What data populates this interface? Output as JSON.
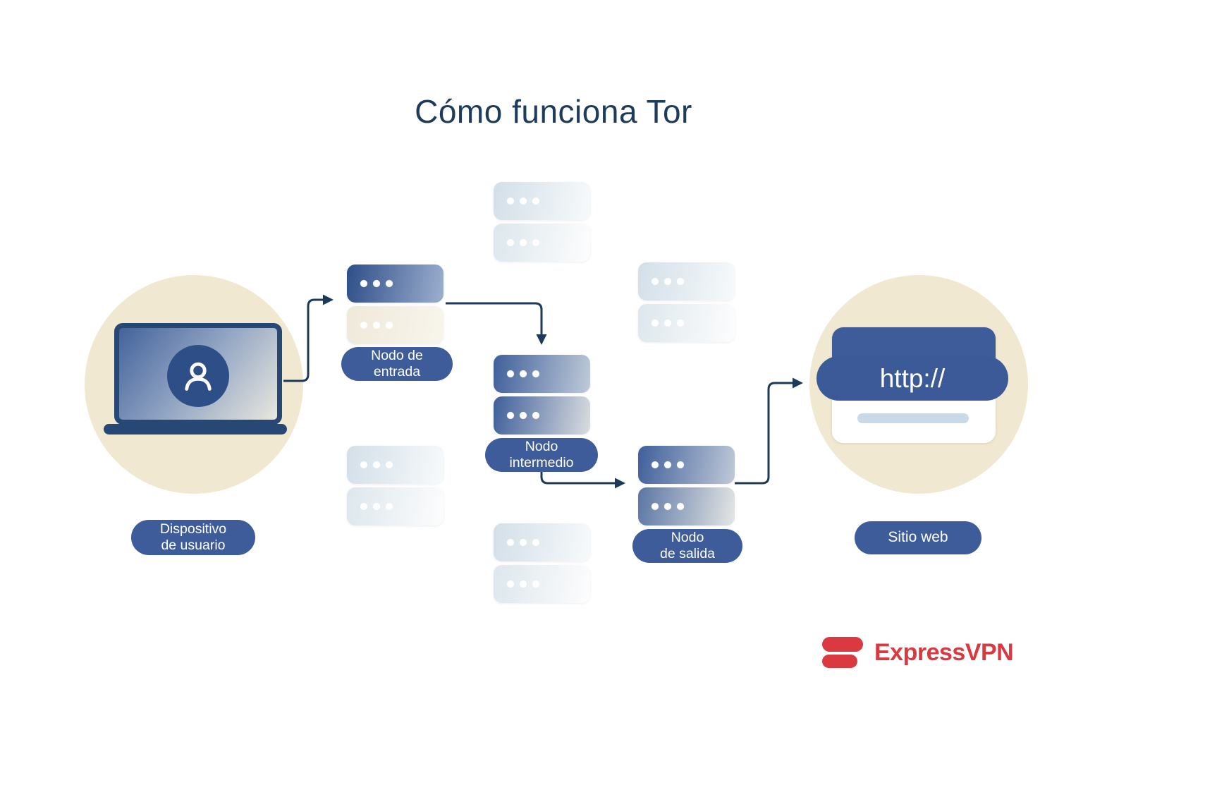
{
  "title": "Cómo funciona Tor",
  "nodes": {
    "device": {
      "line1": "Dispositivo",
      "line2": "de usuario"
    },
    "entry": {
      "line1": "Nodo de",
      "line2": "entrada"
    },
    "middle": {
      "line1": "Nodo",
      "line2": "intermedio"
    },
    "exit": {
      "line1": "Nodo",
      "line2": "de salida"
    },
    "website": {
      "label": "Sitio web",
      "address": "http://"
    }
  },
  "branding": {
    "wordmark": "ExpressVPN"
  },
  "icons": {
    "user_avatar": "person-icon",
    "logo_mark": "expressvpn-logo-icon",
    "server_dots": "server-led-dots",
    "arrows": "flow-arrow"
  },
  "colors": {
    "navy_text": "#1d3b5c",
    "pill_blue": "#3d5c99",
    "server_blue": "#3f5f9a",
    "server_light": "#dde7ed",
    "beige_circle": "#f0e8d1",
    "brand_red": "#da3940",
    "background": "#ffffff"
  }
}
